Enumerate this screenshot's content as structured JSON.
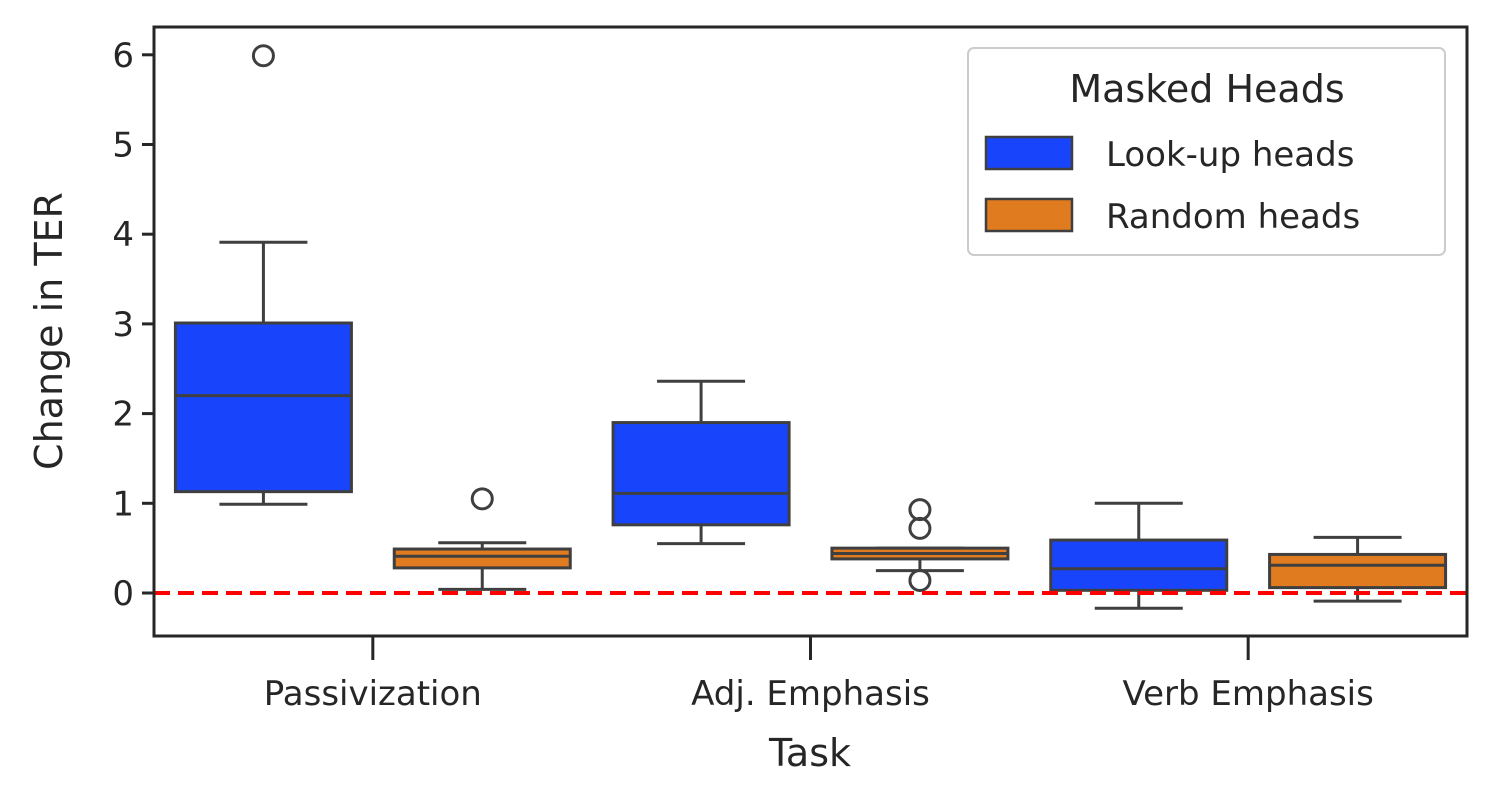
{
  "chart_data": {
    "type": "box",
    "xlabel": "Task",
    "ylabel": "Change in TER",
    "ylim": [
      -0.47,
      6.3
    ],
    "yticks": [
      0,
      1,
      2,
      3,
      4,
      5,
      6
    ],
    "categories": [
      "Passivization",
      "Adj. Emphasis",
      "Verb Emphasis"
    ],
    "reference_line": {
      "y": 0,
      "color": "#ff0000",
      "style": "dashed"
    },
    "legend": {
      "title": "Masked Heads",
      "position": "top-right"
    },
    "series": [
      {
        "name": "Look-up heads",
        "color": "#1845fb",
        "boxes": [
          {
            "whisker_low": 0.99,
            "q1": 1.13,
            "median": 2.2,
            "q3": 3.01,
            "whisker_high": 3.91,
            "outliers": [
              5.99
            ]
          },
          {
            "whisker_low": 0.55,
            "q1": 0.76,
            "median": 1.11,
            "q3": 1.9,
            "whisker_high": 2.36,
            "outliers": []
          },
          {
            "whisker_low": -0.17,
            "q1": 0.03,
            "median": 0.27,
            "q3": 0.59,
            "whisker_high": 1.0,
            "outliers": []
          }
        ]
      },
      {
        "name": "Random heads",
        "color": "#e07b1f",
        "boxes": [
          {
            "whisker_low": 0.04,
            "q1": 0.28,
            "median": 0.41,
            "q3": 0.49,
            "whisker_high": 0.56,
            "outliers": [
              1.05
            ]
          },
          {
            "whisker_low": 0.25,
            "q1": 0.38,
            "median": 0.44,
            "q3": 0.5,
            "whisker_high": 0.5,
            "outliers": [
              0.14,
              0.72,
              0.93
            ]
          },
          {
            "whisker_low": -0.09,
            "q1": 0.06,
            "median": 0.31,
            "q3": 0.43,
            "whisker_high": 0.62,
            "outliers": []
          }
        ]
      }
    ]
  }
}
